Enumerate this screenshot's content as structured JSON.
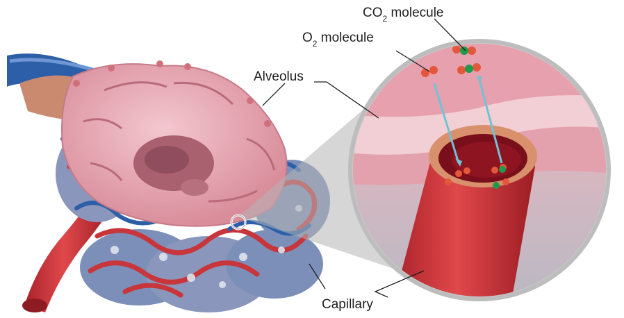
{
  "labels": {
    "co2": {
      "prefix": "CO",
      "sub": "2",
      "suffix": " molecule"
    },
    "o2": {
      "prefix": "O",
      "sub": "2",
      "suffix": " molecule"
    },
    "alveolus": "Alveolus",
    "capillary": "Capillary"
  },
  "colors": {
    "alveolus_tissue": "#e8aab5",
    "blood_vessel": "#c8353a",
    "vein": "#2c5fa8",
    "membrane": "#f2cfd4",
    "o2_molecule": "#e4573a",
    "co2_molecule": "#1f9a4e",
    "background": "#ffffff"
  }
}
